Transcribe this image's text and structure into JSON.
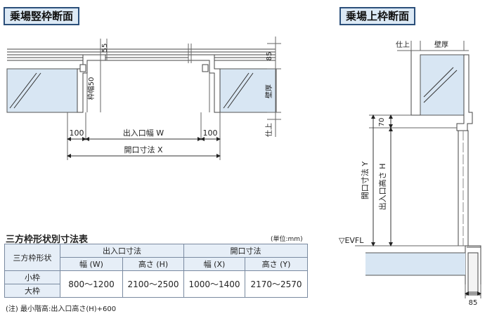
{
  "titles": {
    "left": "乗場竪枠断面",
    "right": "乗場上枠断面"
  },
  "left_diagram": {
    "dim_55": "55",
    "dim_frame_width": "枠幅50",
    "dim_85": "85",
    "label_wall": "壁厚",
    "label_finish": "仕上",
    "dim_100_left": "100",
    "dim_100_right": "100",
    "label_entrance_width": "出入口幅 W",
    "label_opening": "開口寸法 X"
  },
  "right_diagram": {
    "label_finish": "仕上",
    "label_wall": "壁厚",
    "dim_70": "70",
    "label_opening_y": "開口寸法 Y",
    "label_height_h": "出入口高さ H",
    "label_evfl": "▽EVFL",
    "dim_85": "85"
  },
  "table": {
    "title": "三方枠形状別寸法表",
    "unit": "(単位:mm)",
    "header_shape": "三方枠形状",
    "header_entrance": "出入口寸法",
    "header_opening": "開口寸法",
    "sub_width_w": "幅 (W)",
    "sub_height_h": "高さ (H)",
    "sub_width_x": "幅 (X)",
    "sub_height_y": "高さ (Y)",
    "row_small": "小枠",
    "row_large": "大枠",
    "val_w": "800〜1200",
    "val_h": "2100〜2500",
    "val_x": "1000〜1400",
    "val_y": "2170〜2570"
  },
  "note": "(注) 最小階高:出入口高さ(H)+600"
}
